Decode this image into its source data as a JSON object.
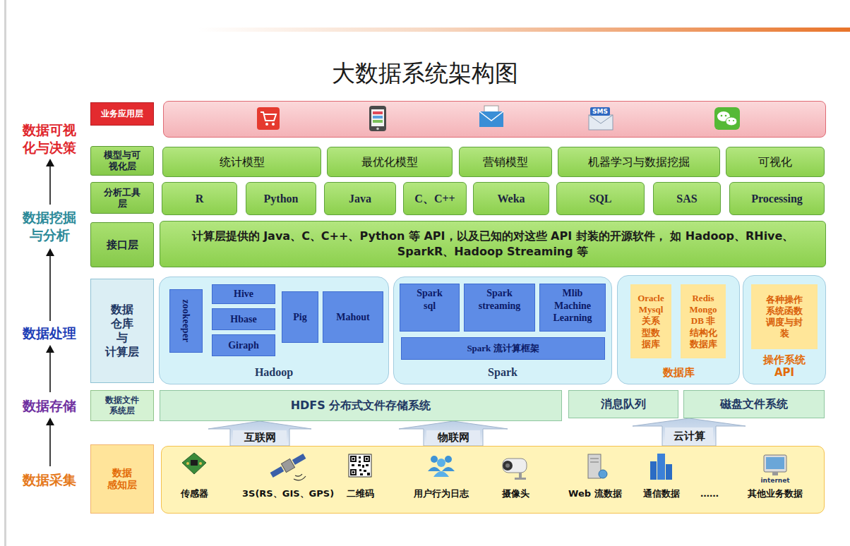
{
  "diagram": {
    "title": "大数据系统架构图",
    "nodes": [
      {
        "text": [
          "业务应用层"
        ]
      },
      {
        "text": [
          "SMS"
        ]
      },
      {
        "text": [
          "模型与可 视化层"
        ]
      },
      {
        "text": [
          "统计模型"
        ]
      },
      {
        "text": [
          "最优化模型"
        ]
      },
      {
        "text": [
          "营销模型"
        ]
      },
      {
        "text": [
          "机器学习与数据挖掘"
        ]
      },
      {
        "text": [
          "可视化"
        ]
      },
      {
        "text": [
          "分析工具 层"
        ]
      },
      {
        "text": [
          "R"
        ]
      },
      {
        "text": [
          "Python"
        ]
      },
      {
        "text": [
          "Java"
        ]
      },
      {
        "text": [
          "C、C++"
        ]
      },
      {
        "text": [
          "Weka"
        ]
      },
      {
        "text": [
          "SQL"
        ]
      },
      {
        "text": [
          "SAS"
        ]
      },
      {
        "text": [
          "Processing"
        ]
      },
      {
        "text": [
          "接口层"
        ]
      },
      {
        "text": [
          "计算层提供的 Java、C、C++、Python 等 API，以及已知的对这些 API 封装的开源软件， 如 Hadoop、RHive、SparkR、Hadoop Streaming 等"
        ]
      },
      {
        "text": [
          "数据 仓库 与 计算层"
        ]
      },
      {
        "text": [
          "Hadoop"
        ]
      },
      {
        "text": [
          "zookeeper"
        ],
        "in": 20
      },
      {
        "text": [
          "Hive"
        ],
        "in": 20
      },
      {
        "text": [
          "Hbase"
        ],
        "in": 20
      },
      {
        "text": [
          "Giraph"
        ],
        "in": 20
      },
      {
        "text": [
          "Pig"
        ],
        "in": 20
      },
      {
        "text": [
          "Mahout"
        ],
        "in": 20
      },
      {
        "text": [
          "Spark"
        ]
      },
      {
        "text": [
          "Spark sql"
        ],
        "in": 27
      },
      {
        "text": [
          "Spark streaming"
        ],
        "in": 27
      },
      {
        "text": [
          "Mlib Machine Learning"
        ],
        "in": 27
      },
      {
        "text": [
          "Spark 流计算框架"
        ],
        "in": 27
      },
      {
        "text": [
          "数据库"
        ]
      },
      {
        "text": [
          "Oracle Mysql 关系 型数 据库"
        ],
        "in": 32
      },
      {
        "text": [
          "Redis Mongo DB 非 结构化 数据库"
        ],
        "in": 32
      },
      {
        "text": [
          "操作系统 API"
        ]
      },
      {
        "text": [
          "各种操作 系统函数 调度与封 装"
        ],
        "in": 35
      },
      {
        "text": [
          "数据文件 系统层"
        ]
      },
      {
        "text": [
          "HDFS 分布式文件存储系统"
        ]
      },
      {
        "text": [
          "消息队列"
        ]
      },
      {
        "text": [
          "磁盘文件系统"
        ]
      },
      {
        "text": [
          "数据 感知层"
        ]
      },
      {
        "text": [
          "传感器",
          "3S(RS、GIS、GPS)",
          "二维码",
          "用户行为日志",
          "摄像头",
          "Web 流数据",
          "通信数据",
          "……",
          "internet",
          "其他业务数据"
        ]
      }
    ],
    "edges": [
      {
        "from": 42,
        "to": 38,
        "arrow": "to",
        "label": "互联网"
      },
      {
        "from": 42,
        "to": 38,
        "arrow": "to",
        "label": "物联网"
      },
      {
        "from": 42,
        "to": 40,
        "arrow": "to",
        "label": "云计算"
      }
    ],
    "labels": [
      "数据可视 化与决策",
      "数据挖掘 与分析",
      "数据处理",
      "数据存储",
      "数据采集"
    ]
  }
}
